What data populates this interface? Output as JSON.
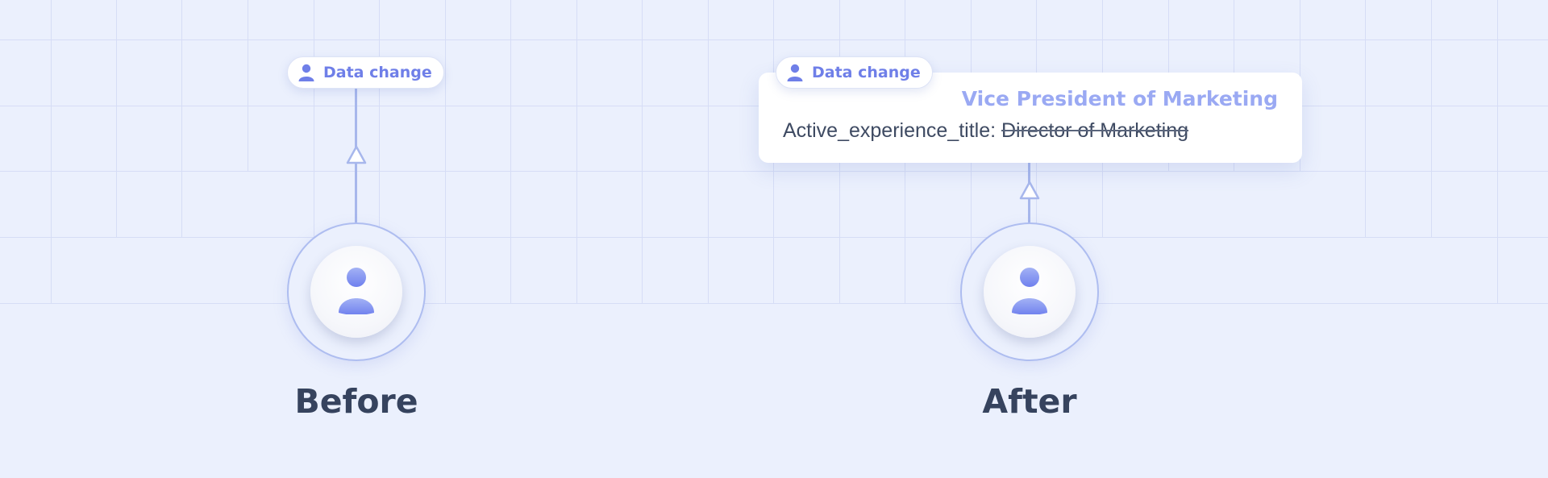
{
  "colors": {
    "background": "#ebf0fd",
    "grid_line": "#d6ddf6",
    "accent": "#6f7fe8",
    "connector": "#a7b7ec",
    "caption_text": "#36435e",
    "new_value_text": "#9aa9f3"
  },
  "before": {
    "caption": "Before",
    "tag": {
      "icon": "user-icon",
      "label": "Data change"
    },
    "avatar_icon": "user-icon"
  },
  "after": {
    "caption": "After",
    "tag": {
      "icon": "user-icon",
      "label": "Data change"
    },
    "avatar_icon": "user-icon",
    "change": {
      "field_label": "Active_experience_title:",
      "old_value": "Director of Marketing",
      "new_value": "Vice President of Marketing"
    }
  }
}
